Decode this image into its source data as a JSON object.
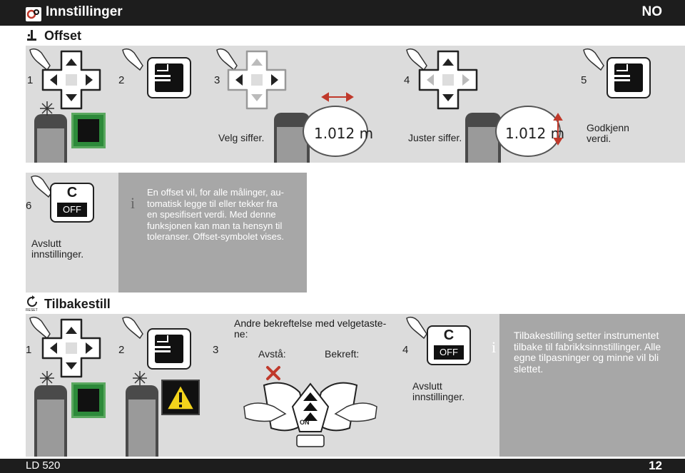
{
  "header": {
    "title": "Innstillinger",
    "lang": "NO"
  },
  "offset": {
    "heading": "Offset",
    "steps": [
      "1",
      "2",
      "3",
      "4",
      "5",
      "6"
    ],
    "select_digit": "Velg siffer.",
    "adjust_digit": "Juster siffer.",
    "confirm_value": [
      "Godkjenn",
      "verdi."
    ],
    "measure_value": "1.012 m",
    "exit": [
      "Avslutt",
      "innstillinger."
    ],
    "info": [
      "En offset vil, for alle målinger, au-",
      "tomatisk legge til eller tekker fra",
      "en spesifisert verdi. Med denne",
      "funksjonen kan man ta hensyn til",
      "toleranser. Offset-symbolet vises."
    ]
  },
  "reset": {
    "heading": "Tilbakestill",
    "icon_label": "RESET",
    "steps": [
      "1",
      "2",
      "3",
      "4"
    ],
    "confirm_text": [
      "Andre bekreftelse med velgetaste-",
      "ne:"
    ],
    "cancel_label": "Avstå:",
    "confirm_label": "Bekreft:",
    "on_label": "ON",
    "exit": [
      "Avslutt",
      "innstillinger."
    ],
    "info": [
      "Tilbakestilling setter instrumentet",
      "tilbake til fabrikksinnstillinger. Alle",
      "egne tilpasninger og minne vil bli",
      "slettet."
    ]
  },
  "buttons": {
    "c_label": "C",
    "off_label": "OFF"
  },
  "footer": {
    "model": "LD 520",
    "page": "12"
  },
  "colors": {
    "accent_green": "#2d8a3a",
    "warning_yellow": "#f3d41c",
    "cancel_red": "#c0392b",
    "arrow_red": "#c0392b"
  }
}
